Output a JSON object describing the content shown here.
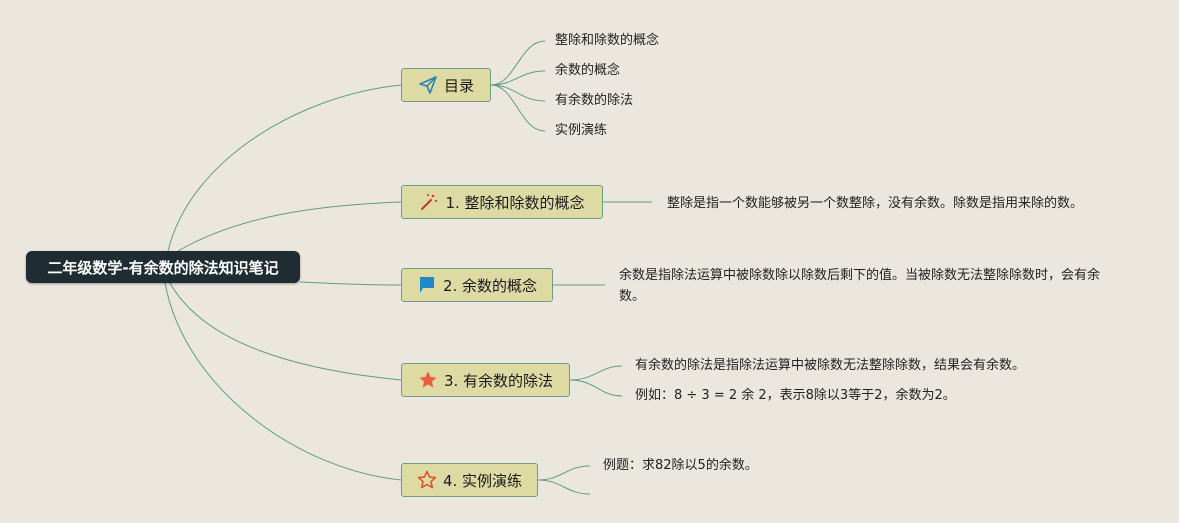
{
  "colors": {
    "background": "#ebe7df",
    "root_fill": "#1f2d33",
    "topic_fill": "#dedaa4",
    "topic_border": "#6f9c87",
    "connector": "#5f9c83"
  },
  "root": {
    "label": "二年级数学-有余数的除法知识笔记"
  },
  "topics": [
    {
      "label": "目录",
      "icon": "paper-plane-icon",
      "children": [
        "整除和除数的概念",
        "余数的概念",
        "有余数的除法",
        "实例演练"
      ]
    },
    {
      "label": "1. 整除和除数的概念",
      "icon": "magic-wand-icon",
      "children": [
        "整除是指一个数能够被另一个数整除，没有余数。除数是指用来除的数。"
      ]
    },
    {
      "label": "2. 余数的概念",
      "icon": "blue-flag-icon",
      "children": [
        "余数是指除法运算中被除数除以除数后剩下的值。当被除数无法整除除数时，会有余数。"
      ]
    },
    {
      "label": "3. 有余数的除法",
      "icon": "orange-star-icon",
      "children": [
        "有余数的除法是指除法运算中被除数无法整除除数，结果会有余数。",
        "例如：8 ÷ 3 = 2 余 2，表示8除以3等于2，余数为2。"
      ]
    },
    {
      "label": "4. 实例演练",
      "icon": "outline-star-icon",
      "children": [
        "例题：求82除以5的余数。",
        ""
      ]
    }
  ]
}
